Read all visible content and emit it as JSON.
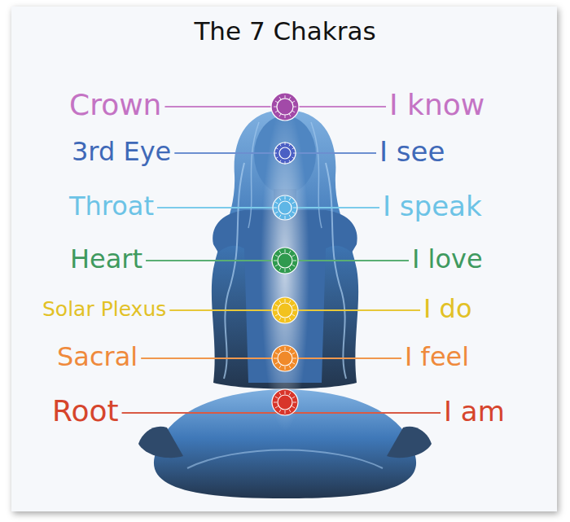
{
  "diagram": {
    "title": "The 7 Chakras",
    "labels": [
      "Crown",
      "I know",
      "3rd Eye",
      "I see",
      "Throat",
      "I speak",
      "Heart",
      "I love",
      "Solar Plexus",
      "I do",
      "Sacral",
      "I feel",
      "Root",
      "I am"
    ]
  }
}
